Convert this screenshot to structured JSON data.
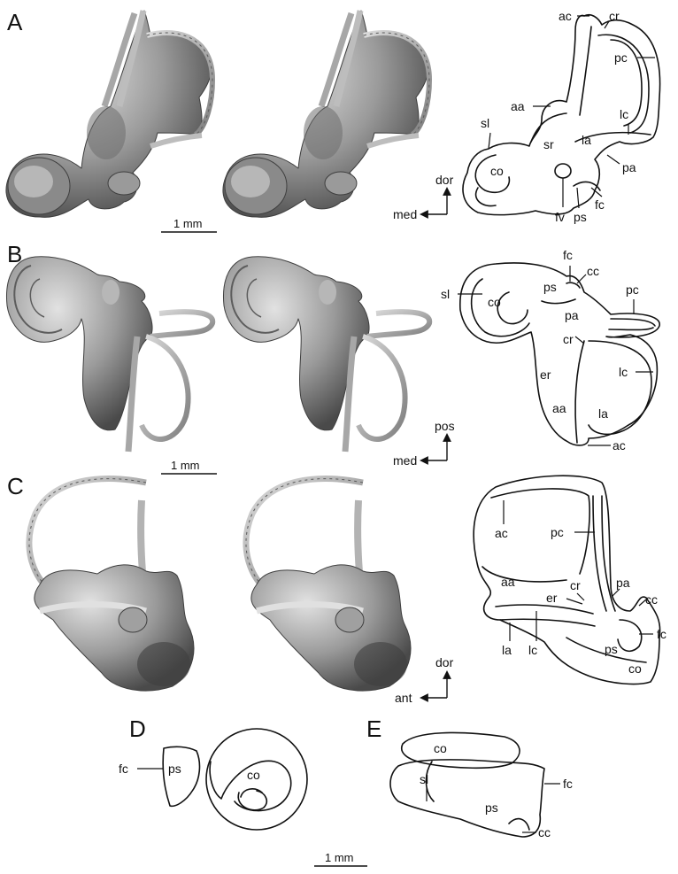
{
  "panels": {
    "A": "A",
    "B": "B",
    "C": "C",
    "D": "D",
    "E": "E"
  },
  "scale_bars": {
    "A": "1 mm",
    "B": "1 mm",
    "DE": "1 mm"
  },
  "axes": {
    "A": {
      "vertical": "dor",
      "horizontal": "med"
    },
    "B": {
      "vertical": "pos",
      "horizontal": "med"
    },
    "C": {
      "vertical": "dor",
      "horizontal": "ant"
    }
  },
  "labels": {
    "A": [
      "ac",
      "cr",
      "pc",
      "aa",
      "lc",
      "sl",
      "la",
      "sr",
      "pa",
      "co",
      "fc",
      "fv",
      "ps"
    ],
    "B": [
      "fc",
      "cc",
      "sl",
      "ps",
      "pc",
      "co",
      "pa",
      "cr",
      "er",
      "lc",
      "aa",
      "la",
      "ac"
    ],
    "C": [
      "ac",
      "pc",
      "aa",
      "cr",
      "pa",
      "er",
      "cc",
      "la",
      "lc",
      "fc",
      "ps",
      "co"
    ],
    "D": [
      "fc",
      "ps",
      "co"
    ],
    "E": [
      "co",
      "sl",
      "fc",
      "ps",
      "cc"
    ]
  },
  "colors": {
    "rendering_dark": "#4a4a4a",
    "rendering_mid": "#8c8c8c",
    "rendering_light": "#d9d9d9",
    "line": "#111111"
  }
}
